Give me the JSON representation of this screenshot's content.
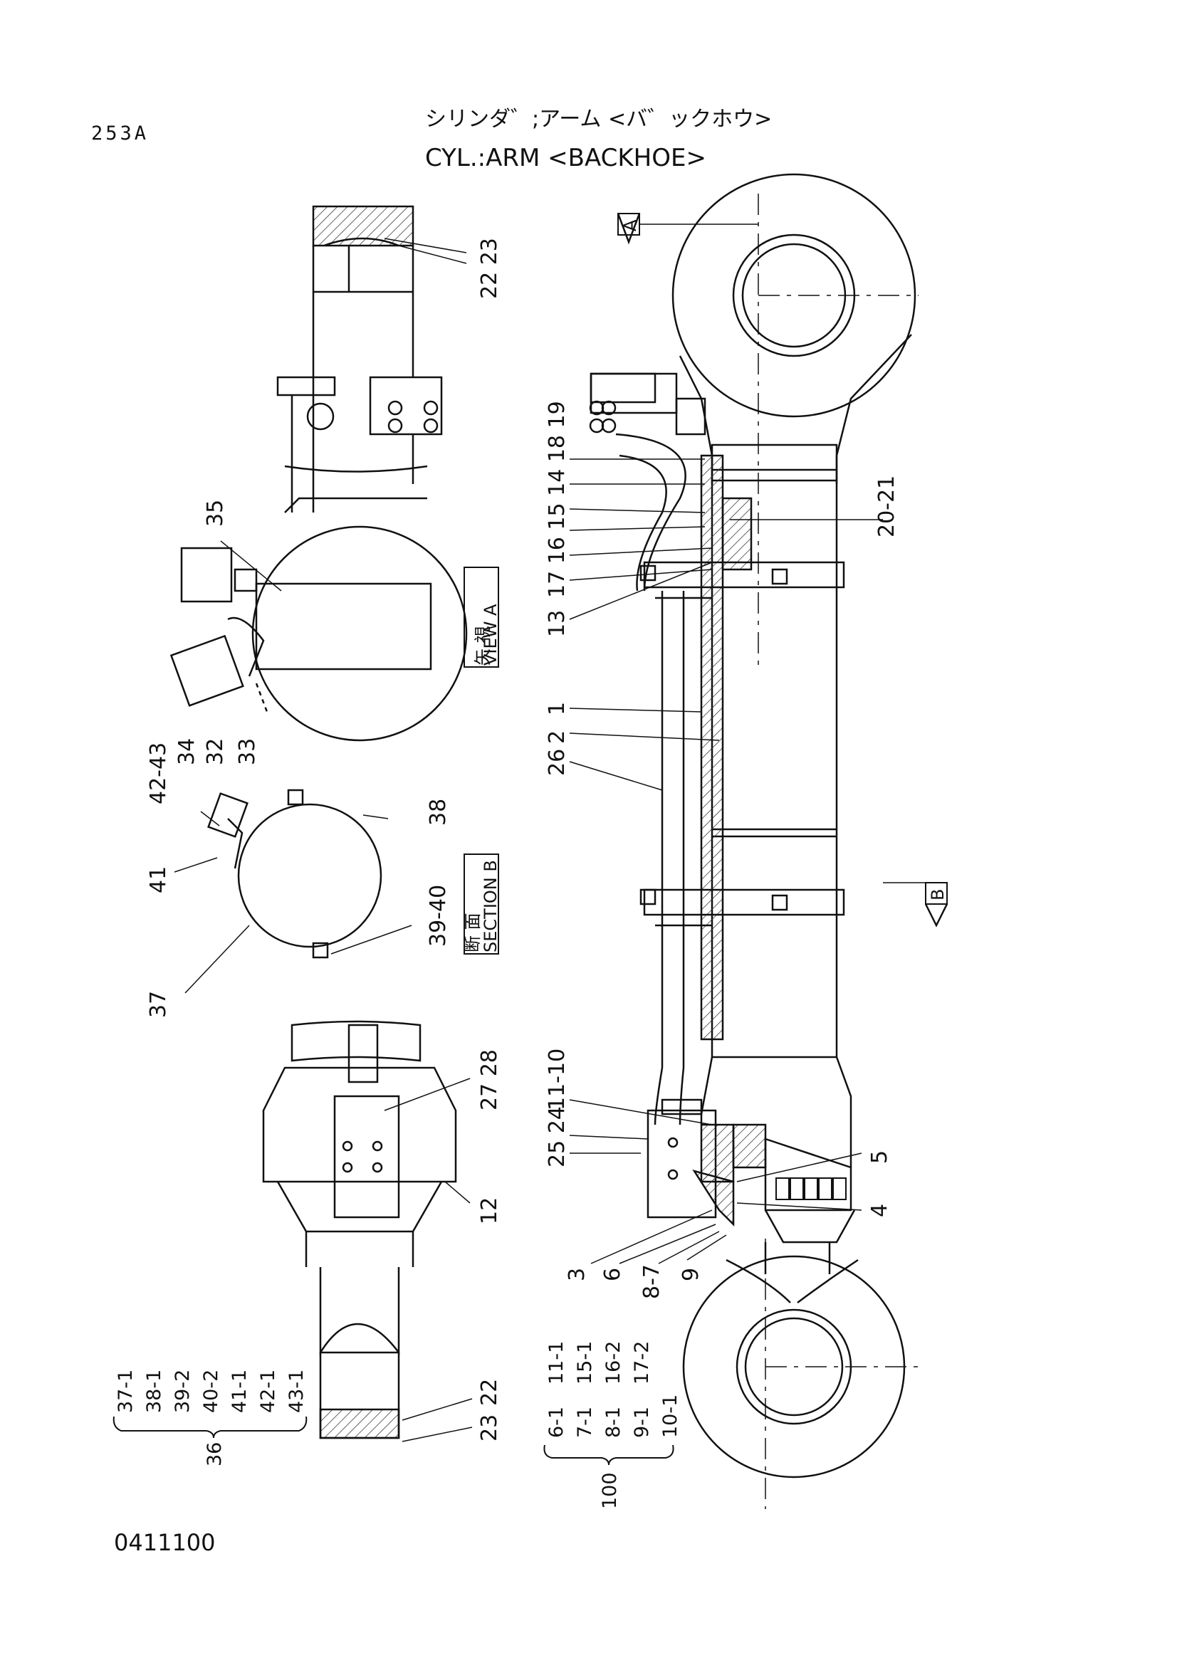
{
  "header": {
    "page_code": "253A",
    "title_jp": "シリンダ゛;アーム <バ゛ックホウ>",
    "title_en": "CYL.:ARM <BACKHOE>"
  },
  "footer": {
    "drawing_no": "0411100"
  },
  "view_markers": {
    "a": "A",
    "b": "B"
  },
  "view_labels": {
    "view_a_jp": "矢 視",
    "view_a_en": "VIEW  A",
    "section_b_jp": "断 面",
    "section_b_en": "SECTION  B"
  },
  "callouts": {
    "c22_23_top": "22 23",
    "c35": "35",
    "c34": "34",
    "c32": "32",
    "c33": "33",
    "c42_43": "42-43",
    "c41": "41",
    "c38": "38",
    "c39_40": "39-40",
    "c37": "37",
    "c27_28": "27 28",
    "c12": "12",
    "c22_bottom": "22",
    "c23_bottom": "23",
    "c19": "17 16 15 14 18 19",
    "c13": "13",
    "c1": "1",
    "c2": "2",
    "c26": "26",
    "c20_21": "20-21",
    "c11_10": "11-10",
    "c24": "25 24",
    "c5": "5",
    "c4": "4",
    "c3": "3",
    "c6": "6",
    "c8_7": "8-7",
    "c9": "9"
  },
  "kit_36": {
    "label": "36",
    "items": [
      "37-1",
      "38-1",
      "39-2",
      "40-2",
      "41-1",
      "42-1",
      "43-1"
    ]
  },
  "kit_100": {
    "label": "100",
    "col1": [
      "6-1",
      "7-1",
      "8-1",
      "9-1",
      "10-1"
    ],
    "col2": [
      "11-1",
      "15-1",
      "16-2",
      "17-2"
    ]
  }
}
